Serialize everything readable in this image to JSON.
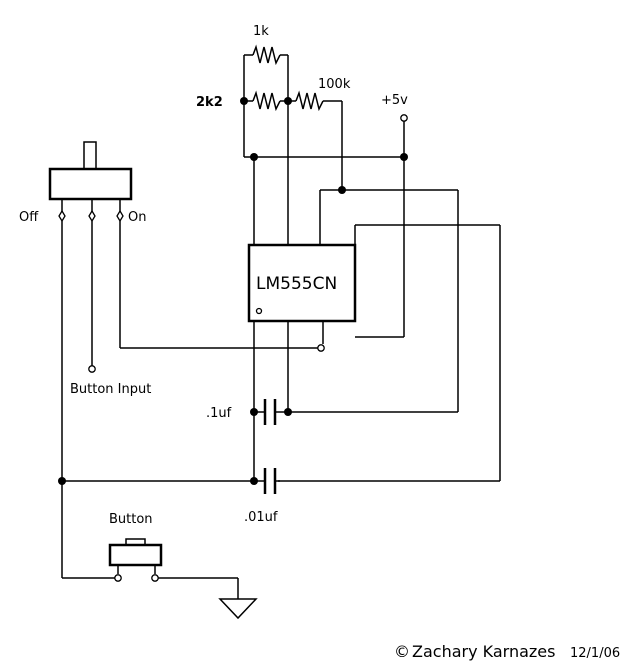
{
  "labels": {
    "r1": "1k",
    "r2": "2k2",
    "r3": "100k",
    "vcc": "+5v",
    "ic": "LM555CN",
    "switch_off": "Off",
    "switch_on": "On",
    "button_input": "Button Input",
    "cap1": ".1uf",
    "cap2": ".01uf",
    "button": "Button"
  },
  "credit": {
    "symbol": "©",
    "author": "Zachary Karnazes",
    "date": "12/1/06"
  }
}
